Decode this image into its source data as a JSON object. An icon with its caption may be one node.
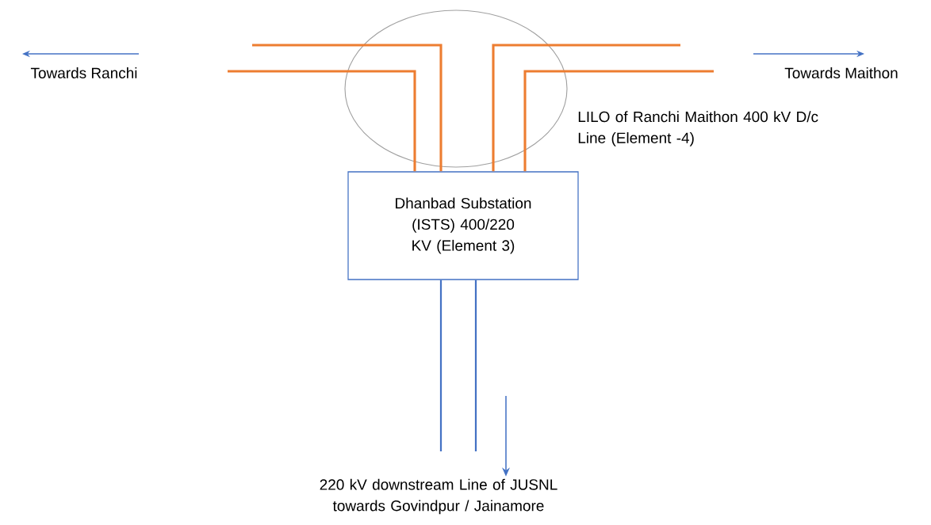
{
  "diagram": {
    "nodes": [
      {
        "text": [
          "Towards Ranchi"
        ]
      },
      {
        "text": [
          "Towards Maithon"
        ]
      },
      {
        "text": [],
        "shape": "circle",
        "beside": [
          "LILO of Ranchi Maithon 400 kV D/c Line (Element -4)"
        ]
      },
      {
        "text": [
          "Dhanbad Substation (ISTS) 400/220 KV (Element 3)"
        ]
      },
      {
        "text": [
          "220 kV downstream Line of JUSNL towards Govindpur / Jainamore"
        ]
      }
    ],
    "edges": [
      {
        "from": null,
        "to": 3,
        "arrow": "none"
      },
      {
        "from": null,
        "to": 3,
        "arrow": "none"
      },
      {
        "from": null,
        "to": 3,
        "arrow": "none"
      },
      {
        "from": null,
        "to": 3,
        "arrow": "none"
      },
      {
        "from": 3,
        "to": null,
        "arrow": "none",
        "color": "#4472c4"
      },
      {
        "from": 3,
        "to": null,
        "arrow": "none",
        "color": "#4472c4"
      },
      {
        "from": null,
        "to": 4,
        "arrow": "to",
        "color": "#4472c4"
      }
    ]
  }
}
